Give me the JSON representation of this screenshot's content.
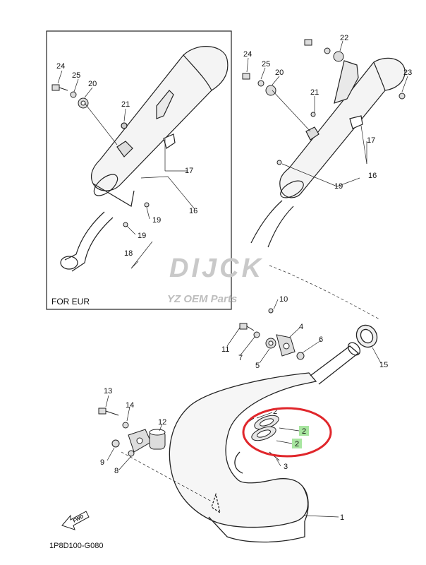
{
  "inset_label": "FOR EUR",
  "watermark": {
    "brand": "DIJCK",
    "tagline": "YZ OEM Parts"
  },
  "diagram_code": "1P8D100-G080",
  "fwd_label": "FWD",
  "highlight_color": "#e0262b",
  "callout_bg": "#a8e6a0",
  "callouts": {
    "inset": [
      "24",
      "25",
      "20",
      "21",
      "17",
      "16",
      "19",
      "19",
      "18"
    ],
    "top_right": [
      "22",
      "24",
      "25",
      "20",
      "23",
      "21",
      "17",
      "16",
      "19"
    ],
    "main": [
      "10",
      "4",
      "6",
      "11",
      "7",
      "5",
      "15",
      "13",
      "14",
      "12",
      "9",
      "8",
      "2",
      "3",
      "1"
    ],
    "highlighted": [
      "2",
      "2"
    ]
  }
}
